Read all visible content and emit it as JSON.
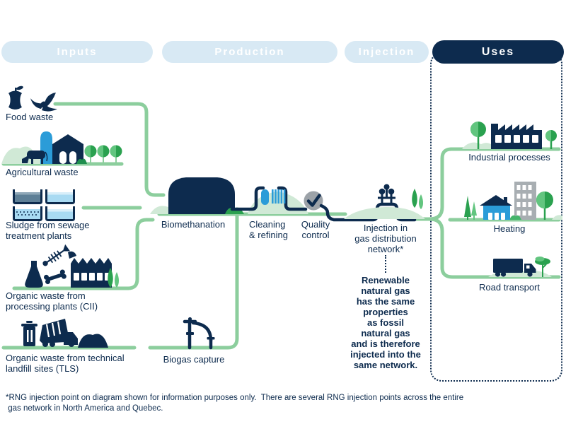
{
  "header": {
    "tabs": [
      "Inputs",
      "Production",
      "Injection",
      "Uses"
    ]
  },
  "inputs": {
    "food_waste": "Food waste",
    "agricultural": "Agricultural waste",
    "sludge": "Sludge from sewage\ntreatment plants",
    "cii": "Organic waste from\nprocessing plants (CII)",
    "tls": "Organic waste from technical\nlandfill sites (TLS)"
  },
  "production": {
    "biomethanation": "Biomethanation",
    "cleaning": "Cleaning\n& refining",
    "quality": "Quality\ncontrol",
    "biogas": "Biogas capture"
  },
  "injection": {
    "label": "Injection in\ngas distribution\nnetwork*",
    "note": "Renewable\nnatural gas\nhas the same\nproperties\nas fossil\nnatural gas\nand is therefore\ninjected into the\nsame network."
  },
  "uses": {
    "industrial": "Industrial processes",
    "heating": "Heating",
    "road": "Road transport"
  },
  "footnote": "*RNG injection point on diagram shown for information purposes only.  There are several RNG injection points across the entire\n gas network in North America and Quebec.",
  "colors": {
    "navy": "#0D2B4E",
    "pill_blue": "#D8E9F4",
    "line_green": "#8CCE9D",
    "tree_green": "#2AA14F",
    "tree_light": "#62C57F",
    "mound_green": "#D0E9D6",
    "accent_blue": "#2B9CD8",
    "water_blue": "#A8DAF2",
    "gray": "#A8AEB2"
  }
}
